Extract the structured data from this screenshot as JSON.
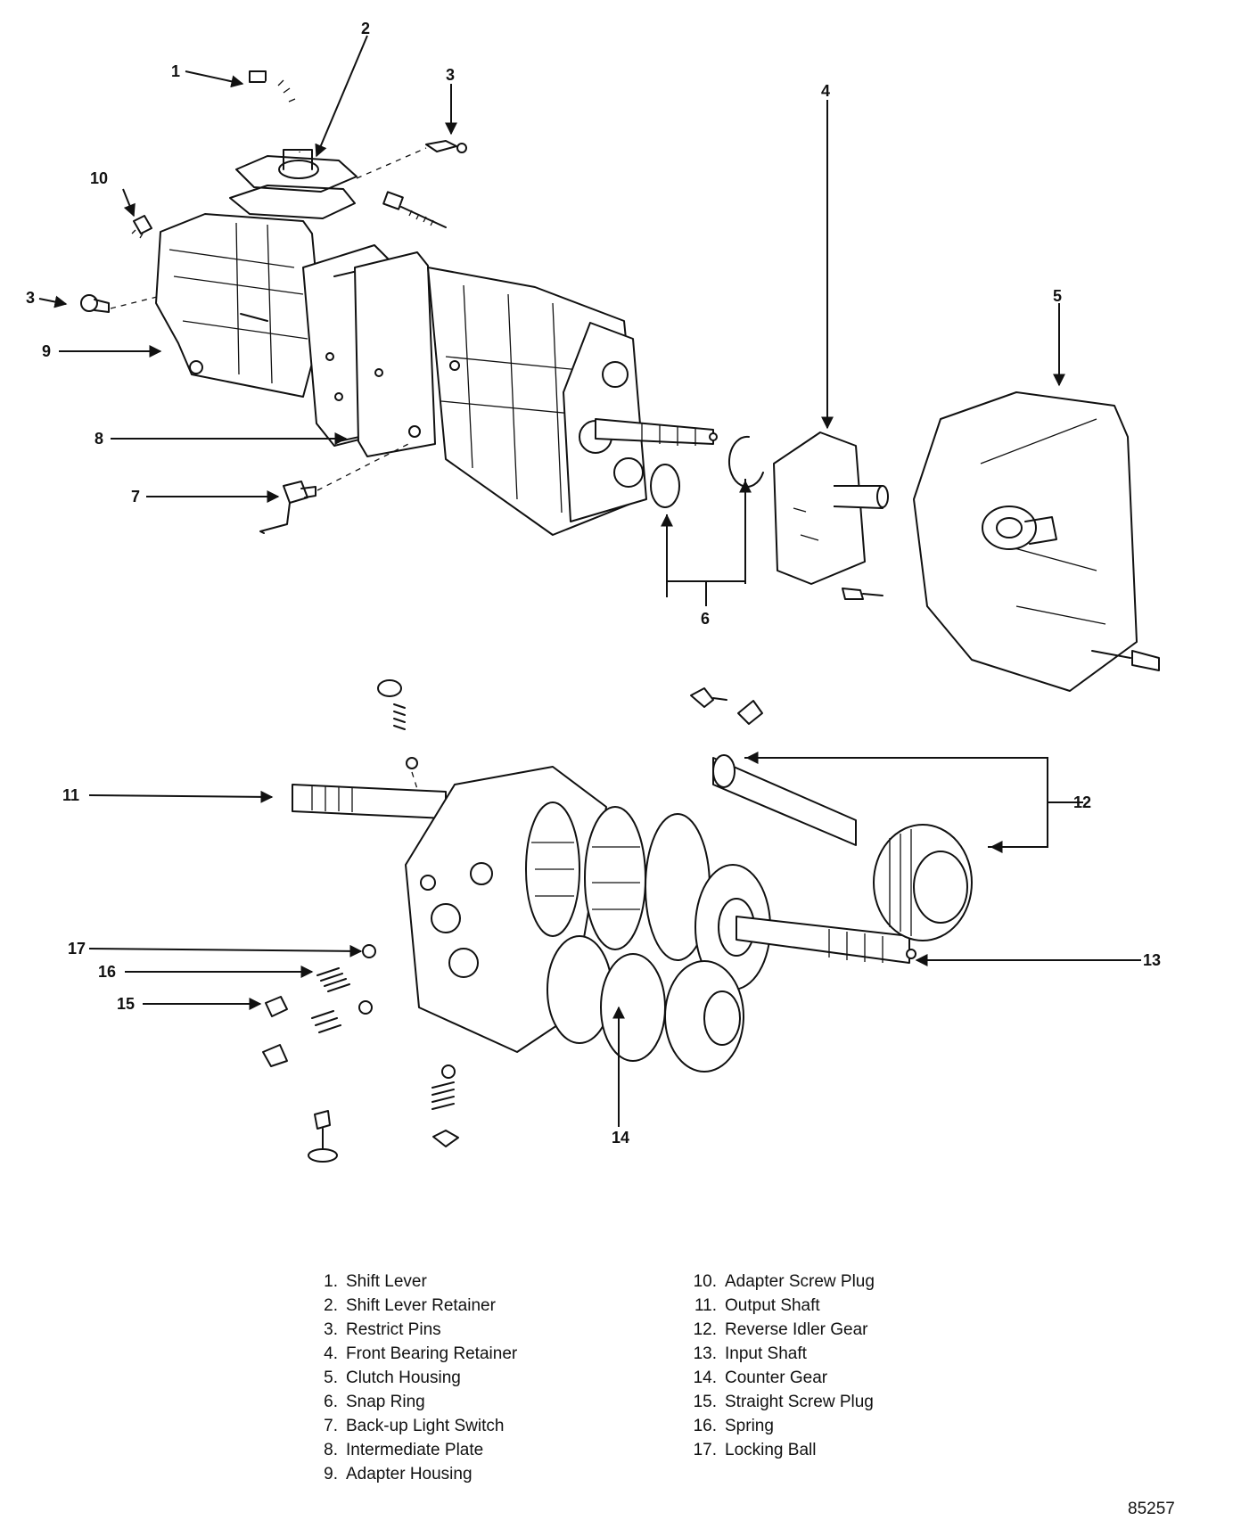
{
  "callouts": [
    "1",
    "2",
    "3",
    "4",
    "5",
    "6",
    "7",
    "8",
    "9",
    "10",
    "11",
    "12",
    "13",
    "14",
    "15",
    "16",
    "17"
  ],
  "legend": [
    {
      "num": "1.",
      "text": "Shift Lever"
    },
    {
      "num": "2.",
      "text": "Shift Lever Retainer"
    },
    {
      "num": "3.",
      "text": "Restrict Pins"
    },
    {
      "num": "4.",
      "text": "Front Bearing Retainer"
    },
    {
      "num": "5.",
      "text": "Clutch Housing"
    },
    {
      "num": "6.",
      "text": "Snap Ring"
    },
    {
      "num": "7.",
      "text": "Back-up Light Switch"
    },
    {
      "num": "8.",
      "text": "Intermediate Plate"
    },
    {
      "num": "9.",
      "text": "Adapter Housing"
    },
    {
      "num": "10.",
      "text": "Adapter Screw Plug"
    },
    {
      "num": "11.",
      "text": "Output Shaft"
    },
    {
      "num": "12.",
      "text": "Reverse Idler Gear"
    },
    {
      "num": "13.",
      "text": "Input Shaft"
    },
    {
      "num": "14.",
      "text": "Counter Gear"
    },
    {
      "num": "15.",
      "text": "Straight Screw Plug"
    },
    {
      "num": "16.",
      "text": "Spring"
    },
    {
      "num": "17.",
      "text": "Locking Ball"
    }
  ],
  "figure_number": "85257"
}
